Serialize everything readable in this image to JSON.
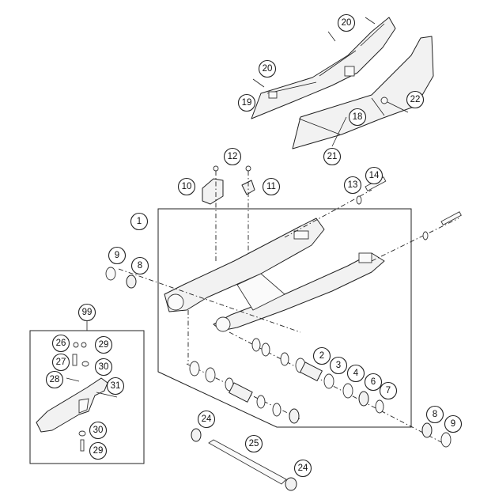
{
  "diagram": {
    "callouts": [
      {
        "id": "20a",
        "label": "20"
      },
      {
        "id": "20b",
        "label": "20"
      },
      {
        "id": "19",
        "label": "19"
      },
      {
        "id": "18",
        "label": "18"
      },
      {
        "id": "22",
        "label": "22"
      },
      {
        "id": "21",
        "label": "21"
      },
      {
        "id": "12",
        "label": "12"
      },
      {
        "id": "10",
        "label": "10"
      },
      {
        "id": "11",
        "label": "11"
      },
      {
        "id": "13",
        "label": "13"
      },
      {
        "id": "14",
        "label": "14"
      },
      {
        "id": "1",
        "label": "1"
      },
      {
        "id": "9a",
        "label": "9"
      },
      {
        "id": "8a",
        "label": "8"
      },
      {
        "id": "99",
        "label": "99"
      },
      {
        "id": "26",
        "label": "26"
      },
      {
        "id": "29a",
        "label": "29"
      },
      {
        "id": "27",
        "label": "27"
      },
      {
        "id": "30a",
        "label": "30"
      },
      {
        "id": "28",
        "label": "28"
      },
      {
        "id": "31",
        "label": "31"
      },
      {
        "id": "30b",
        "label": "30"
      },
      {
        "id": "29b",
        "label": "29"
      },
      {
        "id": "2",
        "label": "2"
      },
      {
        "id": "3",
        "label": "3"
      },
      {
        "id": "4",
        "label": "4"
      },
      {
        "id": "6",
        "label": "6"
      },
      {
        "id": "7",
        "label": "7"
      },
      {
        "id": "8b",
        "label": "8"
      },
      {
        "id": "9b",
        "label": "9"
      },
      {
        "id": "24a",
        "label": "24"
      },
      {
        "id": "25",
        "label": "25"
      },
      {
        "id": "24b",
        "label": "24"
      }
    ]
  }
}
